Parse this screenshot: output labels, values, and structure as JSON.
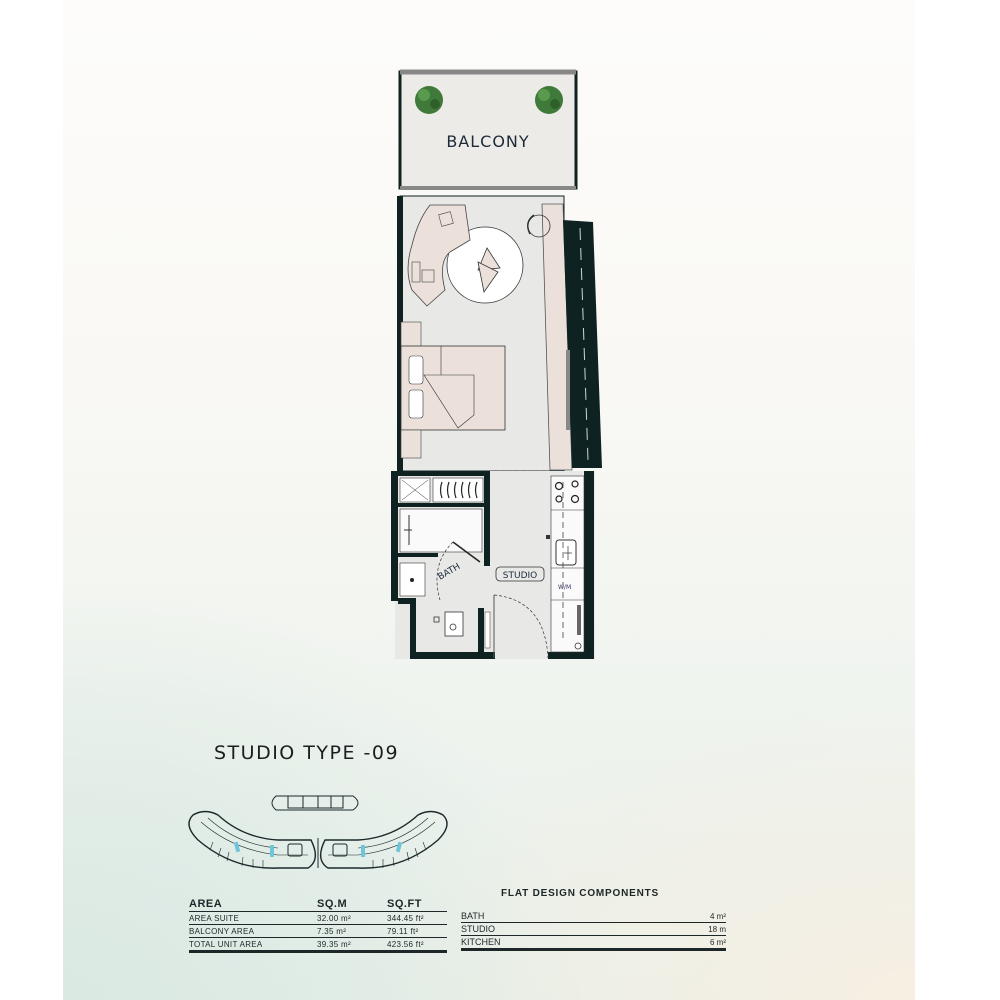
{
  "plan": {
    "rooms": {
      "balcony": "BALCONY",
      "bath": "BATH",
      "studio": "STUDIO",
      "washing_machine": "W/M"
    }
  },
  "title": "STUDIO TYPE -09",
  "area_table": {
    "headers": [
      "AREA",
      "SQ.M",
      "SQ.FT"
    ],
    "rows": [
      {
        "label": "AREA SUITE",
        "sqm": "32.00 m²",
        "sqft": "344.45 ft²"
      },
      {
        "label": "BALCONY AREA",
        "sqm": "7.35 m²",
        "sqft": "79.11 ft²"
      },
      {
        "label": "TOTAL UNIT AREA",
        "sqm": "39.35 m²",
        "sqft": "423.56 ft²"
      }
    ]
  },
  "components": {
    "title": "FLAT DESIGN COMPONENTS",
    "rows": [
      {
        "label": "BATH",
        "value": "4 m²"
      },
      {
        "label": "STUDIO",
        "value": "18 m"
      },
      {
        "label": "KITCHEN",
        "value": "6 m²"
      }
    ]
  },
  "colors": {
    "wall": "#0f2222",
    "floor": "#e8e8e6",
    "furniture": "#ebe1da",
    "highlight_unit": "#6fc6d8",
    "plant": "#3f7a3a"
  }
}
